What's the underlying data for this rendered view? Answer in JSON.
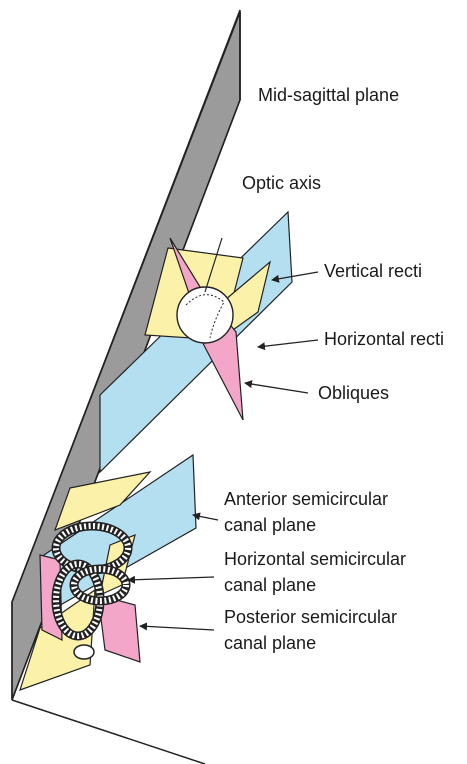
{
  "labels": {
    "mid_sagittal": "Mid-sagittal plane",
    "optic_axis": "Optic axis",
    "vertical_recti": "Vertical recti",
    "horizontal_recti": "Horizontal recti",
    "obliques": "Obliques",
    "anterior_line1": "Anterior semicircular",
    "anterior_line2": "canal plane",
    "horizontal_scc_line1": "Horizontal semicircular",
    "horizontal_scc_line2": "canal plane",
    "posterior_line1": "Posterior semicircular",
    "posterior_line2": "canal plane"
  },
  "colors": {
    "sagittal_plane": "#9b9b9b",
    "vertical_recti_plane": "#fbf1a9",
    "horizontal_recti_plane": "#b3dff0",
    "oblique_plane": "#f4a6c9",
    "anterior_canal_plane": "#b3dff0",
    "horizontal_canal_plane": "#fbf1a9",
    "posterior_canal_plane": "#f4a6c9",
    "outline": "#222222"
  }
}
